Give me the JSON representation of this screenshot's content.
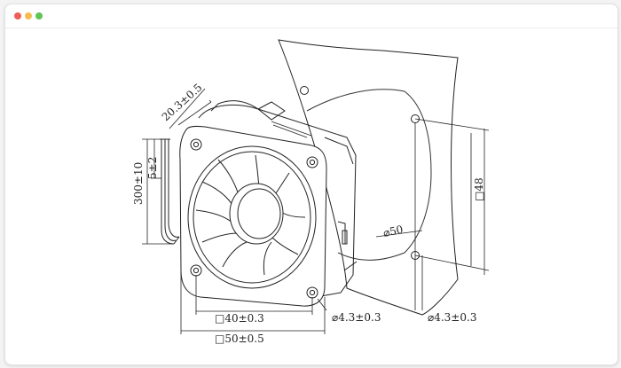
{
  "window": {
    "buttons": [
      "close",
      "minimize",
      "maximize"
    ],
    "colors": {
      "close": "#ee5f57",
      "minimize": "#f5bd4f",
      "maximize": "#5fc454"
    }
  },
  "drawing": {
    "subject": "fan",
    "dimensions": {
      "thickness": "20.3±0.5",
      "lead_length": "300±10",
      "strip_length": "5±2",
      "hole_pitch": "□40±0.3",
      "frame_size": "□50±0.5",
      "hole_dia_fan": "⌀4.3±0.3",
      "hole_dia_panel": "⌀4.3±0.3",
      "cutout_dia": "⌀50",
      "panel_pitch": "□48"
    }
  }
}
